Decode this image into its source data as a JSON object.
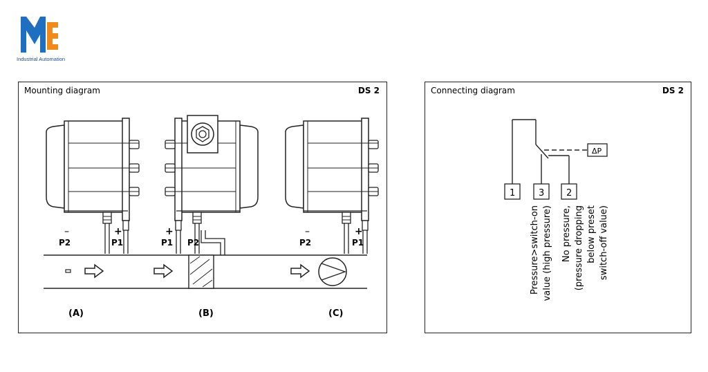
{
  "brand": {
    "tagline": "Industrial Automation",
    "colors": {
      "blue": "#1f6fc1",
      "orange": "#f08a1c"
    }
  },
  "mounting": {
    "title": "Mounting diagram",
    "code": "DS 2",
    "ports": {
      "a": {
        "left_sign": "–",
        "left": "P2",
        "right_sign": "+",
        "right": "P1"
      },
      "b": {
        "left_sign": "+",
        "left": "P1",
        "right": "P2"
      },
      "c": {
        "left_sign": "–",
        "left": "P2",
        "right_sign": "+",
        "right": "P1"
      }
    },
    "labels": {
      "a": "(A)",
      "b": "(B)",
      "c": "(C)"
    }
  },
  "connecting": {
    "title": "Connecting diagram",
    "code": "DS 2",
    "delta_p": "ΔP",
    "terminals": [
      "1",
      "3",
      "2"
    ],
    "desc3": [
      "Pressure>switch-on",
      "value (high pressure)"
    ],
    "desc2": [
      "No pressure,",
      "(pressure dropping",
      "below preset",
      "switch-off value)"
    ]
  }
}
